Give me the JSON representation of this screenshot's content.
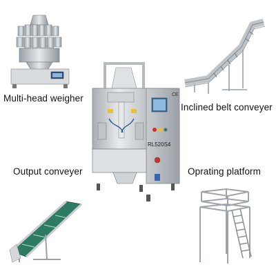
{
  "labels": {
    "multi_head_weigher": "Multi-head weigher",
    "inclined_belt_conveyer": "Inclined belt conveyer",
    "output_conveyer": "Output conveyer",
    "oprating_platform": "Oprating platform"
  },
  "machine": {
    "model": "RL520S4",
    "ce_mark": "CE"
  },
  "colors": {
    "steel": "#c9cdd1",
    "steel_dark": "#8e959b",
    "belt_green": "#2f7a63",
    "panel_blue": "#5b7fa3",
    "button_red": "#d2312b",
    "button_yellow": "#e8c13a"
  }
}
